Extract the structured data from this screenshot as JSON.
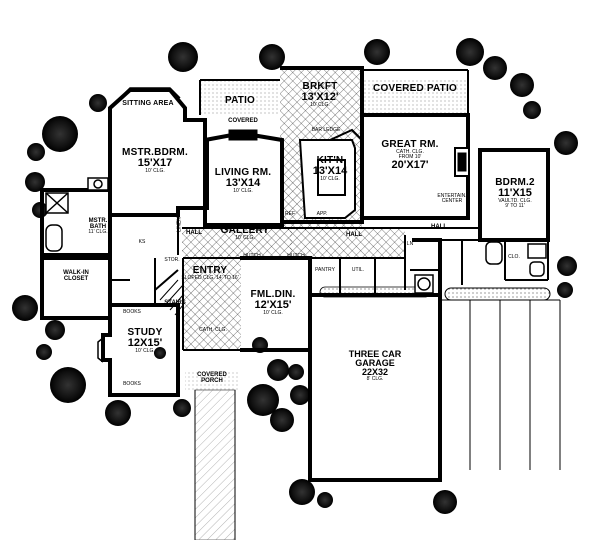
{
  "rooms": {
    "sitting_area": {
      "name": "SITTING AREA"
    },
    "mstr_bdrm": {
      "name": "MSTR.BDRM.",
      "dims": "15'X17",
      "ceiling": "10' CLG."
    },
    "patio": {
      "name": "PATIO"
    },
    "covered": {
      "name": "COVERED"
    },
    "brkft": {
      "name": "BRKFT",
      "dims": "13'X12'",
      "ceiling": "10' CLG."
    },
    "covered_patio": {
      "name": "COVERED PATIO"
    },
    "living_rm": {
      "name": "LIVING RM.",
      "dims": "13'X14",
      "ceiling": "10' CLG."
    },
    "bar_ledge": {
      "name": "BAR LEDGE"
    },
    "kitchen": {
      "name": "KIT'N",
      "dims": "13'X14",
      "ceiling": "10' CLG."
    },
    "great_rm": {
      "name": "GREAT RM.",
      "ceiling1": "CATH. CLG.",
      "ceiling2": "FROM 10'",
      "dims": "20'X17'"
    },
    "entertain": {
      "name": "ENTERTAIN.",
      "sub": "CENTER"
    },
    "bdrm2": {
      "name": "BDRM.2",
      "dims": "11'X15",
      "ceiling1": "VAULTD. CLG.",
      "ceiling2": "9' TO 11'"
    },
    "mstr_bath": {
      "name": "MSTR.",
      "sub": "BATH",
      "ceiling": "11' CLG."
    },
    "linen": {
      "name": "LINEN"
    },
    "hall_w": {
      "name": "HALL"
    },
    "gallery": {
      "name": "GALLERY",
      "ceiling": "10' CLG."
    },
    "hall_c": {
      "name": "HALL"
    },
    "hall_e": {
      "name": "HALL"
    },
    "ln": {
      "name": "LN"
    },
    "clo": {
      "name": "CLO."
    },
    "walk_in": {
      "name": "WALK-IN",
      "sub": "CLOSET"
    },
    "stor": {
      "name": "STOR."
    },
    "entry": {
      "name": "ENTRY",
      "ceiling": "SLOPED CLG. 14' TO 16'"
    },
    "hutch1": {
      "name": "HUTCH"
    },
    "hutch2": {
      "name": "HUTCH"
    },
    "pantry": {
      "name": "PANTRY"
    },
    "util": {
      "name": "UTIL."
    },
    "stairs": {
      "name": "STAIRS"
    },
    "fml_din": {
      "name": "FML.DIN.",
      "dims": "12'X15'",
      "ceiling": "10' CLG."
    },
    "study": {
      "name": "STUDY",
      "dims": "12X15'",
      "ceiling": "10' CLG."
    },
    "books1": {
      "name": "BOOKS"
    },
    "books2": {
      "name": "BOOKS"
    },
    "cath": {
      "name": "CATH. CLG."
    },
    "covered_porch": {
      "name": "COVERED",
      "sub": "PORCH"
    },
    "garage": {
      "name": "THREE CAR",
      "sub": "GARAGE",
      "dims": "22X32",
      "ceiling": "8' CLG."
    },
    "app": {
      "name": "APP."
    },
    "ref": {
      "name": "REF"
    },
    "ks": {
      "name": "KS"
    }
  }
}
